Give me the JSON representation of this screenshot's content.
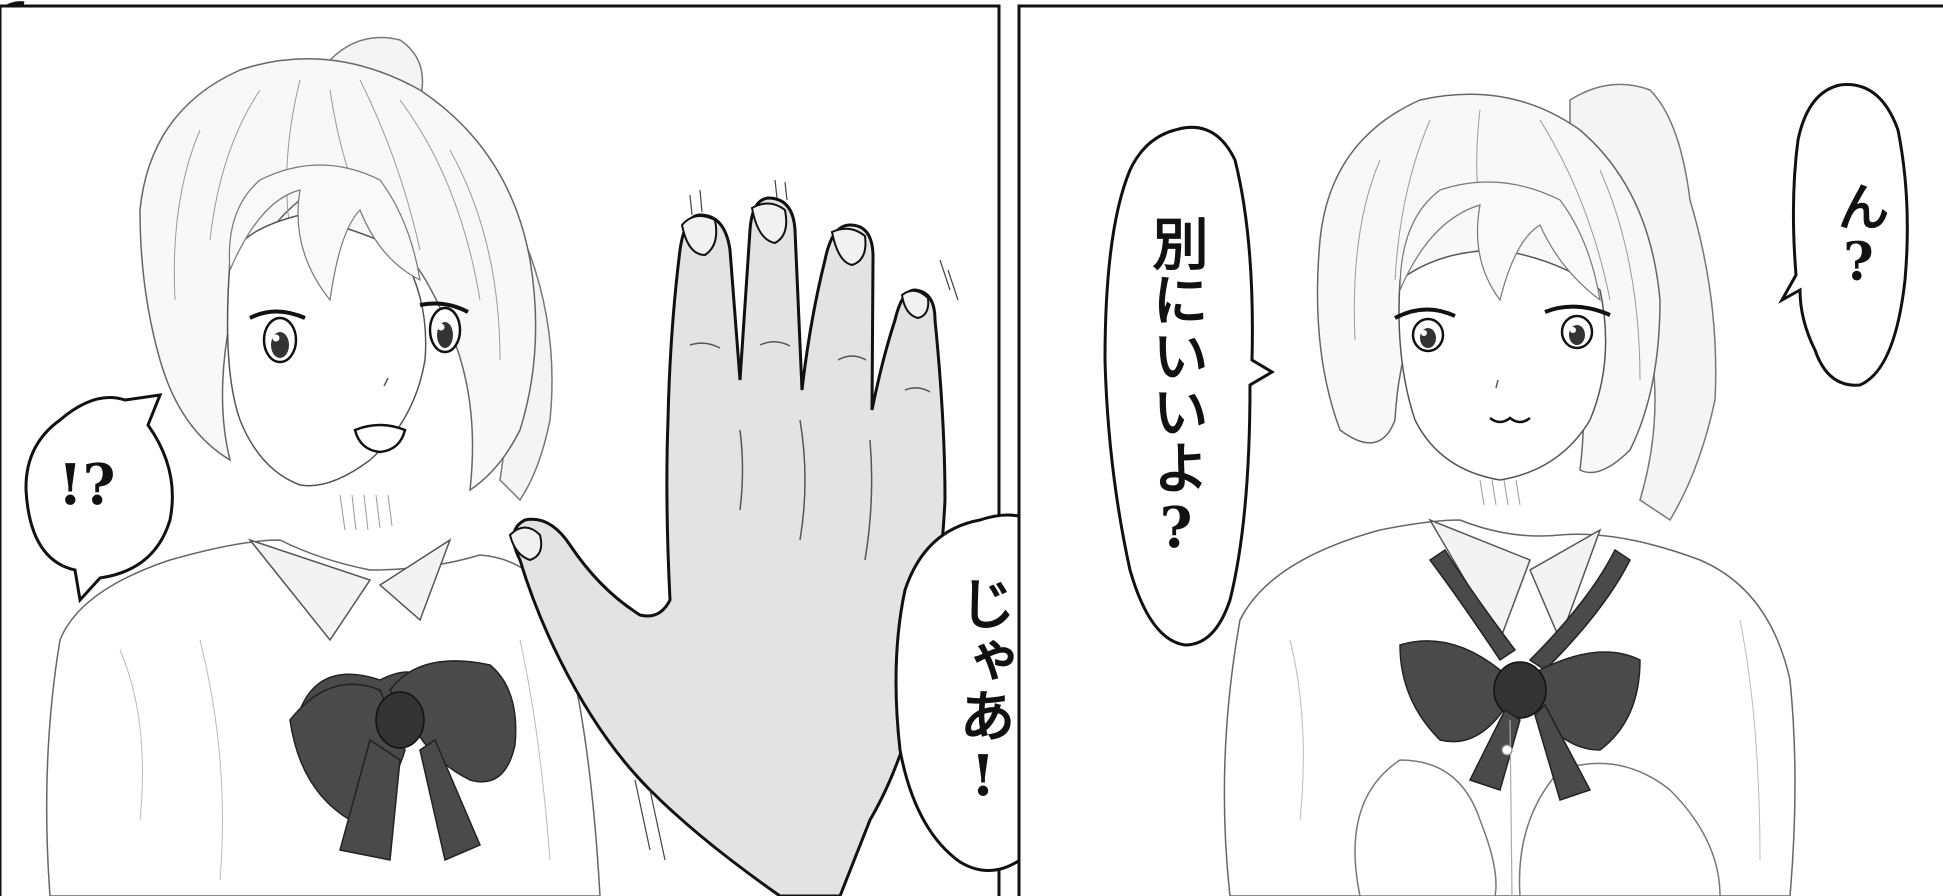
{
  "comic": {
    "panels": [
      {
        "bubbles": [
          {
            "text": "!?"
          },
          {
            "text": "じゃあ!"
          }
        ]
      },
      {
        "bubbles": [
          {
            "text": "別にいいよ?"
          },
          {
            "text": "ん?"
          }
        ]
      }
    ]
  },
  "colors": {
    "ink": "#111111",
    "paper": "#ffffff",
    "hand_fill": "#e3e3e3",
    "bow_fill": "#4a4a4a",
    "shade": "#ececec"
  }
}
